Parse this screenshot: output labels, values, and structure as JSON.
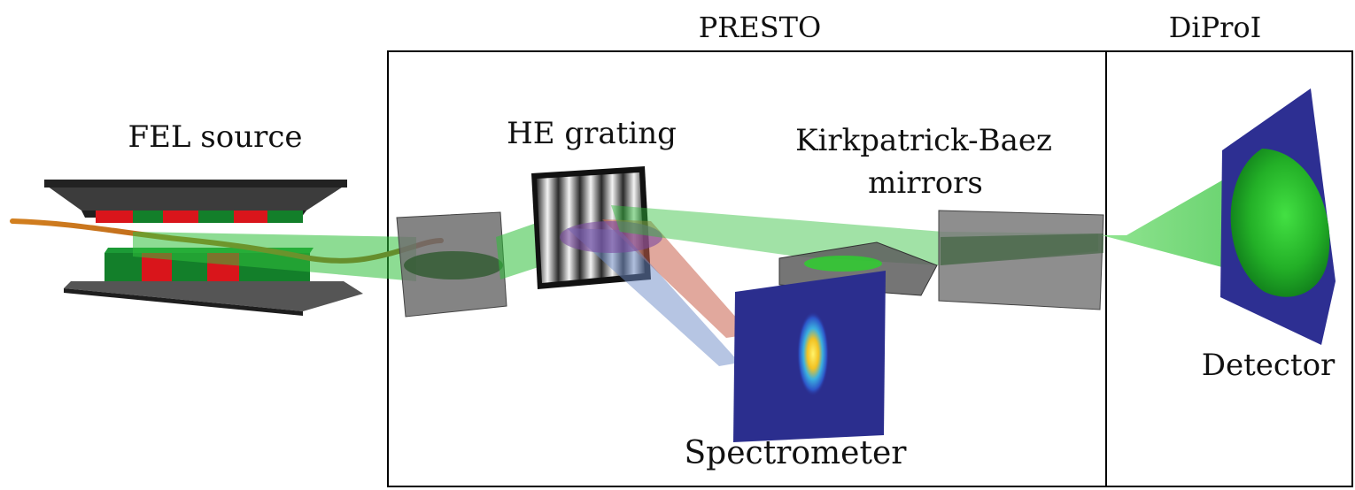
{
  "labels": {
    "presto": "PRESTO",
    "diproi": "DiProI",
    "fel_source": "FEL source",
    "he_grating": "HE grating",
    "kb_line1": "Kirkpatrick-Baez",
    "kb_line2": "mirrors",
    "detector": "Detector",
    "spectrometer": "Spectrometer"
  },
  "colors": {
    "beam_green": "#2fbf3a",
    "undulator_red": "#d9151b",
    "undulator_green": "#137f2a",
    "undulator_plate": "#2b2b2b",
    "electron_beam": "#c8741b",
    "mirror_gray": "#7a7a7a",
    "spectrometer_bg": "#2b2e8e",
    "detector_bg": "#2d2f92",
    "box_border": "#000000"
  }
}
